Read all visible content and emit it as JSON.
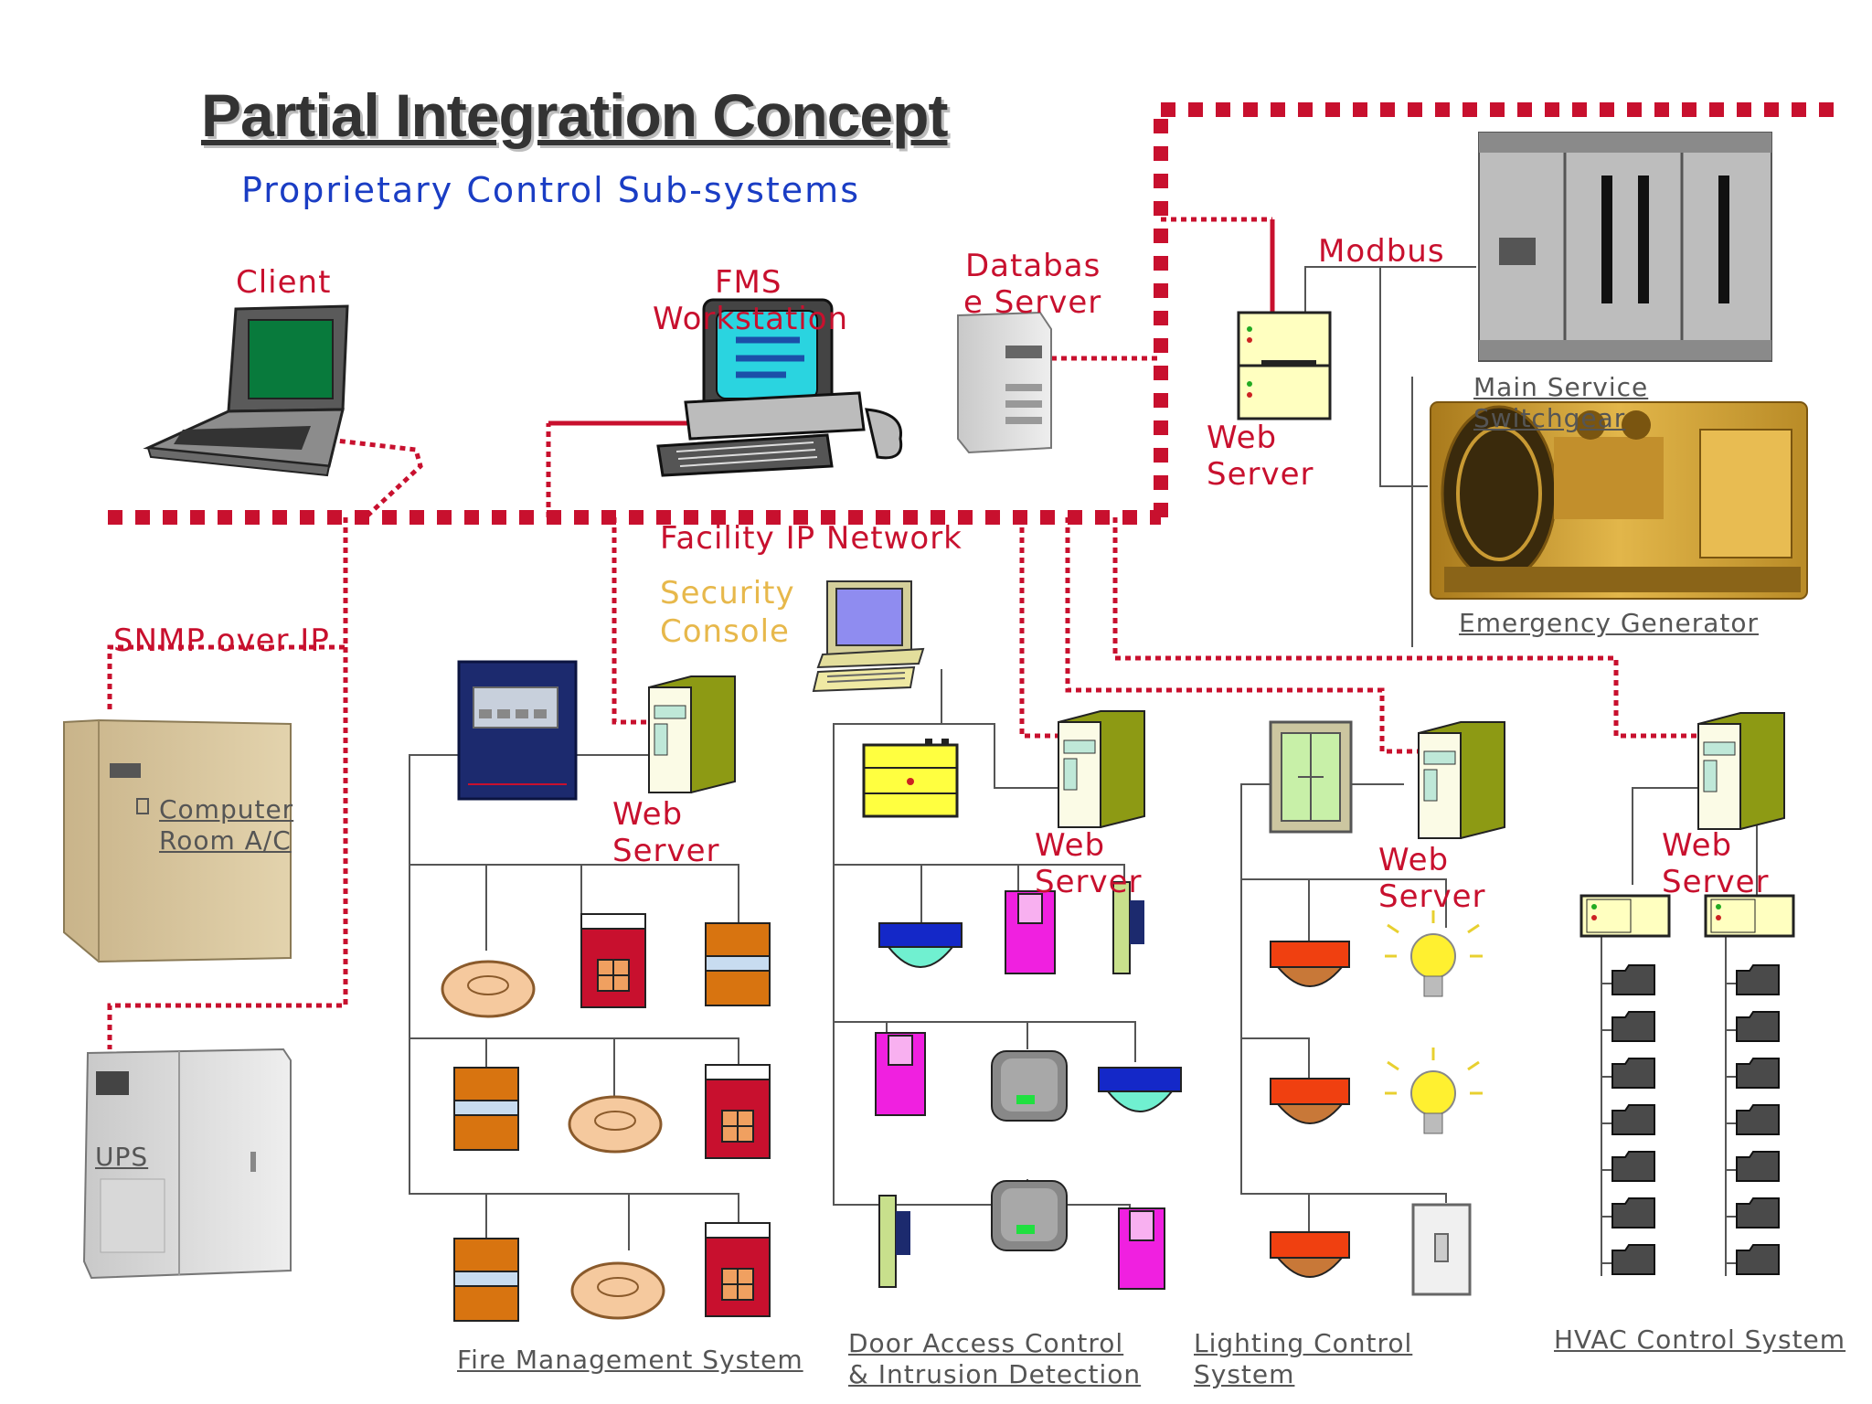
{
  "title": "Partial Integration Concept",
  "subtitle": "Proprietary Control Sub-systems",
  "colors": {
    "network": "#c8102e",
    "title_blue": "#1a3dc4",
    "caption_grey": "#555555",
    "security": "#e7b84b"
  },
  "labels": {
    "client": "Client",
    "fms_1": "FMS",
    "fms_2": "Workstation",
    "db_1": "Databas",
    "db_2": "e Server",
    "modbus": "Modbus",
    "web_server_top_1": "Web",
    "web_server_top_2": "Server",
    "switchgear_1": "Main Service",
    "switchgear_2": "Switchgear",
    "generator": "Emergency Generator",
    "facility_network": "Facility IP Network",
    "security_1": "Security",
    "security_2": "Console",
    "snmp": "SNMP over IP",
    "crac_1": "Computer",
    "crac_2": "Room A/C",
    "ups": "UPS",
    "ws_fire_1": "Web",
    "ws_fire_2": "Server",
    "ws_door_1": "Web",
    "ws_door_2": "Server",
    "ws_light_1": "Web",
    "ws_light_2": "Server",
    "ws_hvac_1": "Web",
    "ws_hvac_2": "Server"
  },
  "systems": {
    "fire": "Fire Management System",
    "door_1": "Door Access Control",
    "door_2": "& Intrusion Detection",
    "lighting_1": "Lighting Control",
    "lighting_2": "System",
    "hvac": "HVAC Control System"
  }
}
